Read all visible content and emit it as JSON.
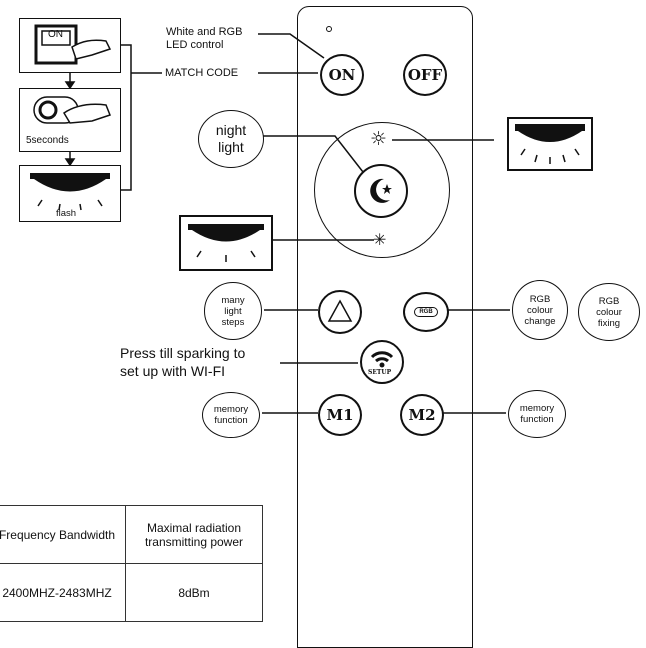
{
  "steps": {
    "on_switch_label": "ON",
    "hold_label": "5seconds",
    "flash_label": "flash"
  },
  "labels": {
    "white_rgb": "White and RGB\nLED control",
    "match_code": "MATCH CODE",
    "night_light": "night\nlight",
    "many_light_steps": "many\nlight\nsteps",
    "rgb_colour_change": "RGB\ncolour\nchange",
    "rgb_colour_fixing": "RGB\ncolour\nfixing",
    "press_setup": "Press till sparking to\nset up with WI-FI",
    "memory_function_left": "memory\nfunction",
    "memory_function_right": "memory\nfunction"
  },
  "remote": {
    "on_button": "ON",
    "off_button": "OFF",
    "rgb_button": "RGB",
    "setup_button": "SETUP",
    "m1_button": "M1",
    "m2_button": "M2"
  },
  "spec_table": {
    "headers": [
      "Frequency Bandwidth",
      "Maximal radiation\ntransmitting power"
    ],
    "row": [
      "2400MHZ-2483MHZ",
      "8dBm"
    ]
  }
}
